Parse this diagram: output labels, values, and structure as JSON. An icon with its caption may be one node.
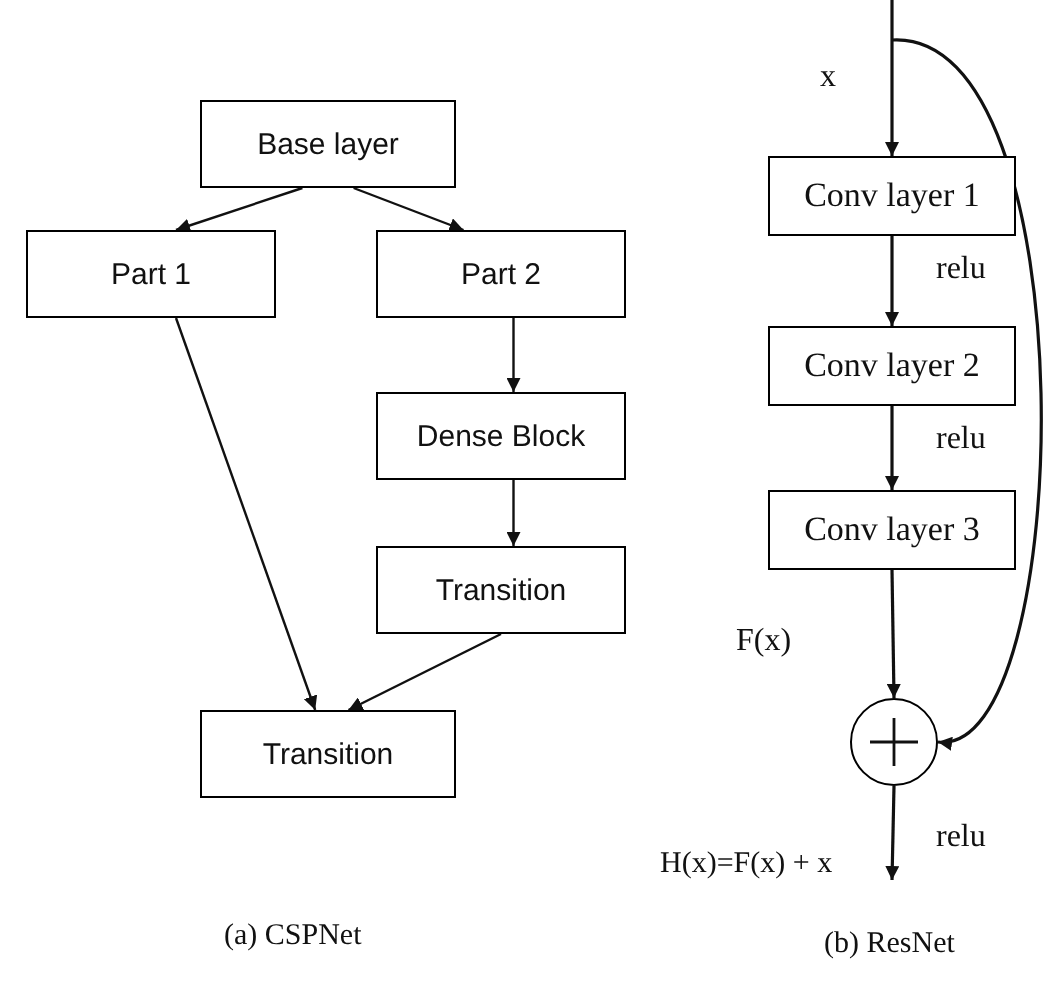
{
  "diagram": {
    "nodes": [
      {
        "text": [
          "Base layer"
        ]
      },
      {
        "text": [
          "Part 1"
        ]
      },
      {
        "text": [
          "Part 2"
        ]
      },
      {
        "text": [
          "Dense Block"
        ]
      },
      {
        "text": [
          "Transition"
        ]
      },
      {
        "text": [
          "Transition"
        ]
      },
      {
        "text": [
          "Conv layer 1"
        ]
      },
      {
        "text": [
          "Conv layer 2"
        ]
      },
      {
        "text": [
          "Conv layer 3"
        ]
      },
      {
        "text": [],
        "shape": "circle"
      }
    ],
    "edges": [
      {
        "from": 0,
        "to": 1,
        "arrow": "to"
      },
      {
        "from": 0,
        "to": 2,
        "arrow": "to"
      },
      {
        "from": 2,
        "to": 3,
        "arrow": "to"
      },
      {
        "from": 3,
        "to": 4,
        "arrow": "to"
      },
      {
        "from": 1,
        "to": 5,
        "arrow": "to"
      },
      {
        "from": 4,
        "to": 5,
        "arrow": "to"
      },
      {
        "from": null,
        "to": 6,
        "arrow": "to"
      },
      {
        "from": 6,
        "to": 7,
        "arrow": "to"
      },
      {
        "from": 7,
        "to": 8,
        "arrow": "to"
      },
      {
        "from": 8,
        "to": 9,
        "arrow": "to"
      },
      {
        "from": null,
        "to": 9,
        "arrow": "to"
      },
      {
        "from": 9,
        "to": null,
        "arrow": "to"
      }
    ],
    "labels": [
      "x",
      "relu",
      "relu",
      "F(x)",
      "relu",
      "H(x)=F(x) + x",
      "(a) CSPNet",
      "(b) ResNet"
    ]
  }
}
